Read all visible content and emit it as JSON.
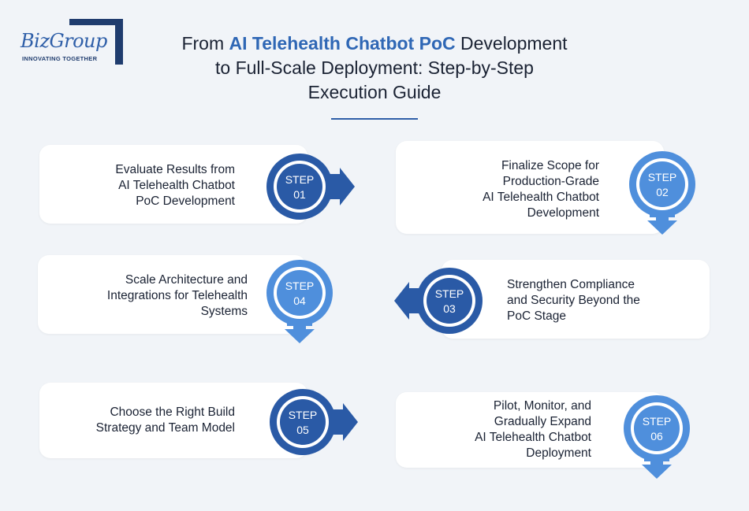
{
  "logo": {
    "name": "BizGroup",
    "tagline": "INNOVATING TOGETHER"
  },
  "title": {
    "prefix": "From ",
    "highlight": "AI Telehealth Chatbot PoC",
    "line1_suffix": " Development",
    "line2": "to Full-Scale Deployment: Step-by-Step",
    "line3": "Execution Guide"
  },
  "colors": {
    "dark_blue": "#2a5aa6",
    "light_blue": "#4f8fdc",
    "text": "#1a2233",
    "background": "#f1f4f8"
  },
  "steps": [
    {
      "step_word": "STEP",
      "number": "01",
      "text": [
        "Evaluate Results from",
        "AI Telehealth Chatbot",
        "PoC Development"
      ],
      "arrow": "right",
      "tone": "dark"
    },
    {
      "step_word": "STEP",
      "number": "02",
      "text": [
        "Finalize Scope for",
        "Production-Grade",
        "AI Telehealth Chatbot",
        "Development"
      ],
      "arrow": "down",
      "tone": "light"
    },
    {
      "step_word": "STEP",
      "number": "03",
      "text": [
        "Strengthen Compliance",
        "and Security Beyond the",
        "PoC Stage"
      ],
      "arrow": "left",
      "tone": "dark"
    },
    {
      "step_word": "STEP",
      "number": "04",
      "text": [
        "Scale Architecture and",
        "Integrations for Telehealth",
        "Systems"
      ],
      "arrow": "down",
      "tone": "light"
    },
    {
      "step_word": "STEP",
      "number": "05",
      "text": [
        "Choose the Right Build",
        "Strategy and Team Model"
      ],
      "arrow": "right",
      "tone": "dark"
    },
    {
      "step_word": "STEP",
      "number": "06",
      "text": [
        "Pilot, Monitor, and",
        "Gradually Expand",
        "AI Telehealth Chatbot",
        "Deployment"
      ],
      "arrow": "down",
      "tone": "light"
    }
  ]
}
